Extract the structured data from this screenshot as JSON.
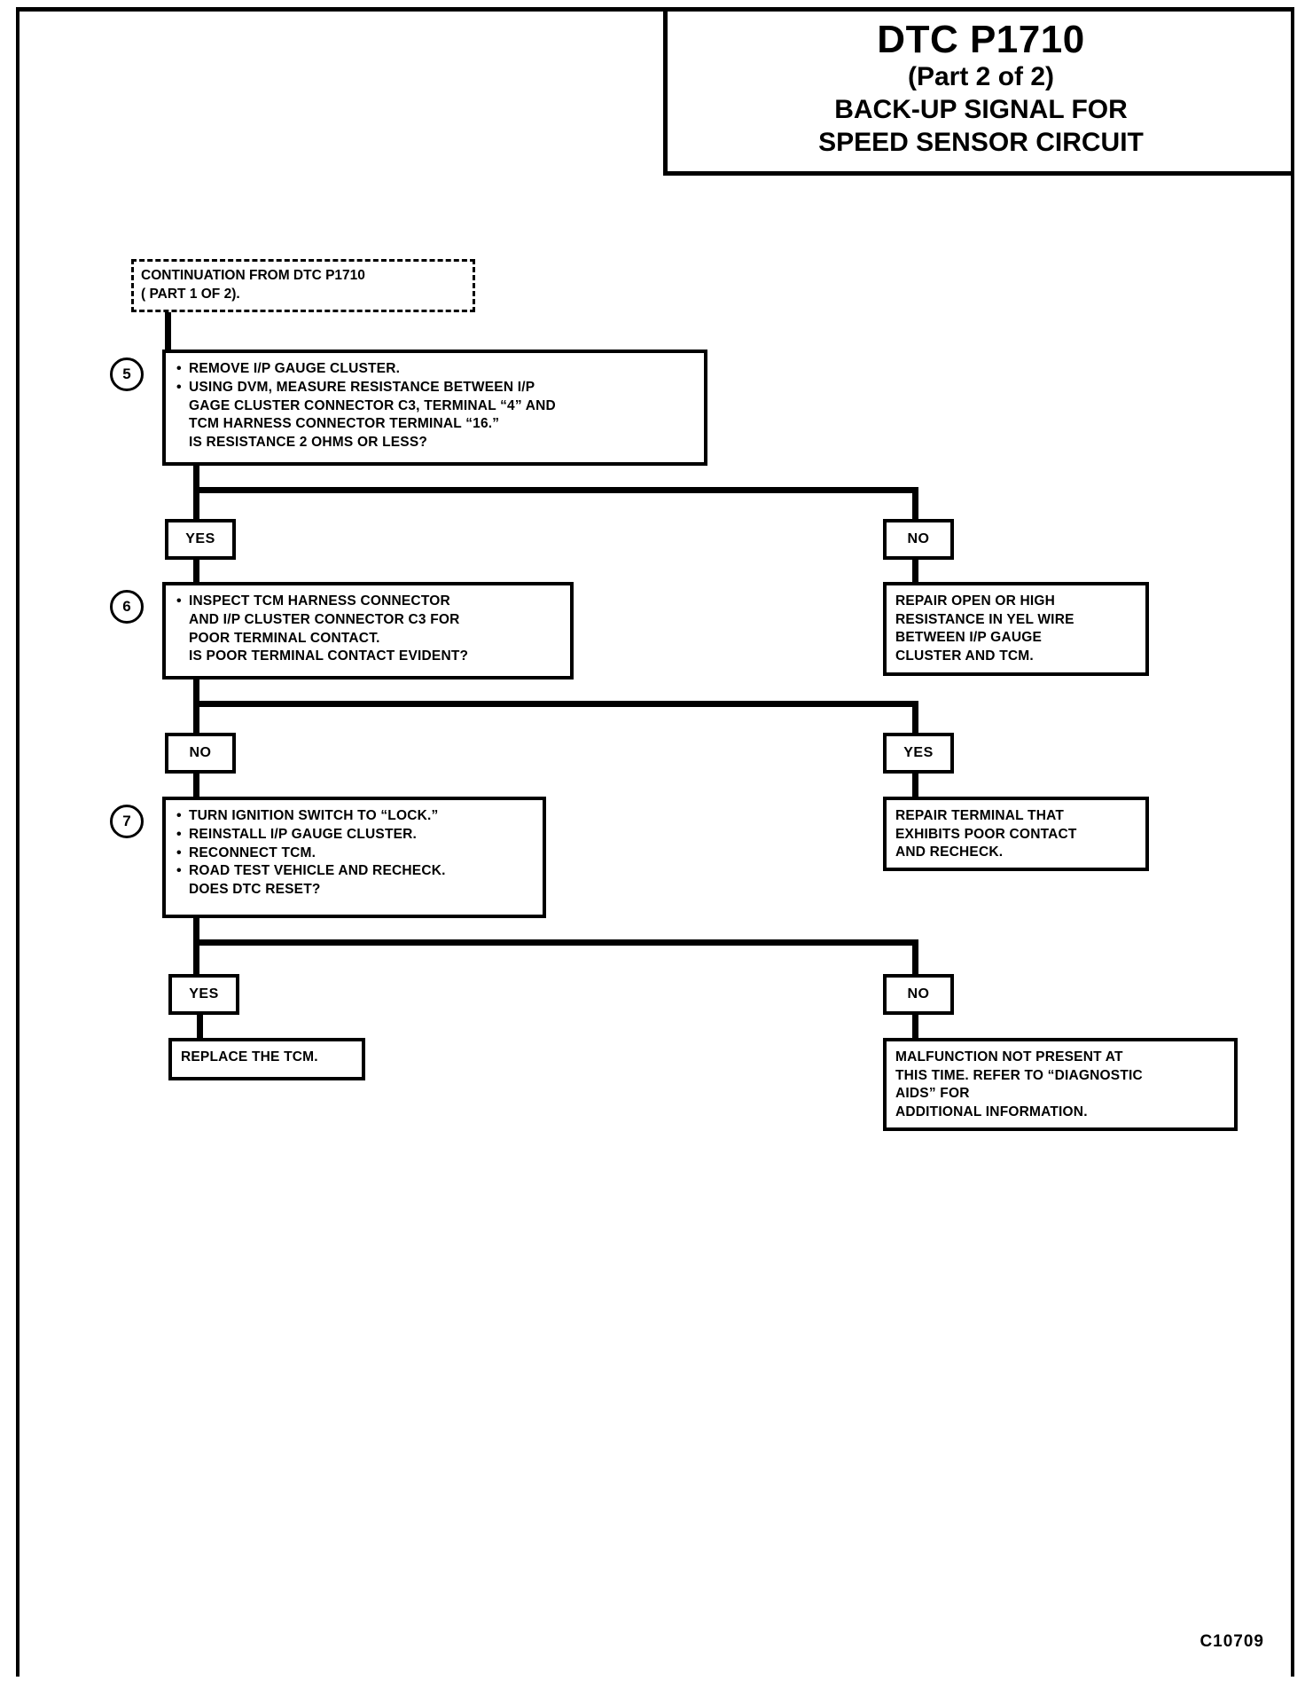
{
  "header": {
    "dtc_title": "DTC P1710",
    "part_label": "(Part 2 of 2)",
    "subtitle_line1": "BACK-UP SIGNAL FOR",
    "subtitle_line2": "SPEED SENSOR CIRCUIT"
  },
  "continuation": {
    "text": "CONTINUATION FROM DTC P1710\n( PART 1 OF 2)."
  },
  "steps": {
    "s5": {
      "number": "5",
      "lines": [
        "REMOVE I/P GAUGE CLUSTER.",
        "USING DVM, MEASURE RESISTANCE BETWEEN I/P",
        "GAGE CLUSTER CONNECTOR C3, TERMINAL “4” AND",
        "TCM HARNESS CONNECTOR TERMINAL “16.”",
        "IS RESISTANCE 2 OHMS OR LESS?"
      ],
      "bullet_flags": [
        true,
        true,
        false,
        false,
        false
      ]
    },
    "s6": {
      "number": "6",
      "lines": [
        "INSPECT TCM HARNESS CONNECTOR",
        "AND I/P CLUSTER CONNECTOR C3 FOR",
        "POOR TERMINAL CONTACT.",
        "IS POOR TERMINAL CONTACT EVIDENT?"
      ],
      "bullet_flags": [
        true,
        false,
        false,
        false
      ]
    },
    "s7": {
      "number": "7",
      "lines": [
        "TURN IGNITION SWITCH TO “LOCK.”",
        "REINSTALL I/P GAUGE CLUSTER.",
        "RECONNECT TCM.",
        "ROAD TEST VEHICLE AND RECHECK.",
        "DOES DTC RESET?"
      ],
      "bullet_flags": [
        true,
        true,
        true,
        true,
        false
      ]
    }
  },
  "decisions": {
    "d5_yes": "YES",
    "d5_no": "NO",
    "d6_no": "NO",
    "d6_yes": "YES",
    "d7_yes": "YES",
    "d7_no": "NO"
  },
  "outcomes": {
    "repair_open": "REPAIR OPEN OR HIGH\nRESISTANCE IN YEL WIRE\nBETWEEN I/P GAUGE\nCLUSTER AND TCM.",
    "repair_terminal": "REPAIR TERMINAL THAT\nEXHIBITS POOR CONTACT\nAND RECHECK.",
    "replace_tcm": "REPLACE THE TCM.",
    "malfunction": "MALFUNCTION NOT PRESENT AT\nTHIS TIME. REFER TO “DIAGNOSTIC\nAIDS” FOR\nADDITIONAL INFORMATION."
  },
  "footer": {
    "figure_code": "C10709"
  }
}
